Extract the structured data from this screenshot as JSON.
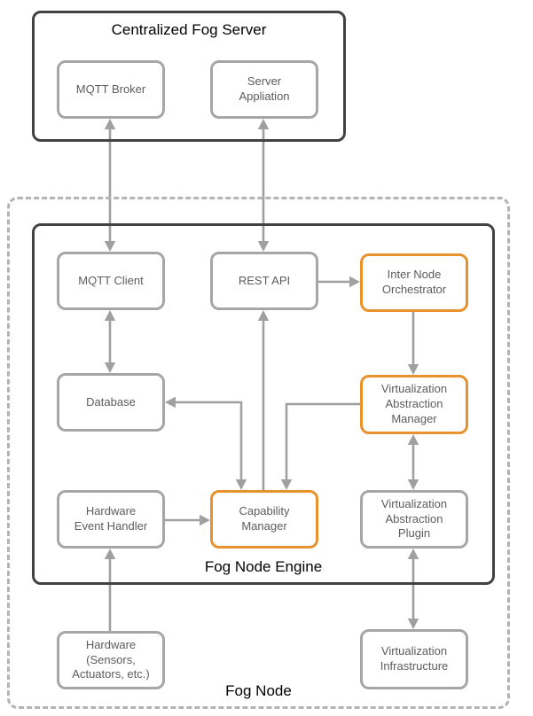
{
  "containers": {
    "centralized_fog_server": {
      "label": "Centralized Fog Server"
    },
    "fog_node": {
      "label": "Fog Node"
    },
    "fog_node_engine": {
      "label": "Fog Node Engine"
    }
  },
  "nodes": {
    "mqtt_broker": {
      "label": "MQTT Broker",
      "highlight": false
    },
    "server_application": {
      "label": "Server\nAppliation",
      "highlight": false
    },
    "mqtt_client": {
      "label": "MQTT Client",
      "highlight": false
    },
    "rest_api": {
      "label": "REST API",
      "highlight": false
    },
    "inter_node_orchestrator": {
      "label": "Inter Node\nOrchestrator",
      "highlight": true
    },
    "database": {
      "label": "Database",
      "highlight": false
    },
    "virtualization_abstraction_manager": {
      "label": "Virtualization\nAbstraction\nManager",
      "highlight": true
    },
    "hardware_event_handler": {
      "label": "Hardware\nEvent Handler",
      "highlight": false
    },
    "capability_manager": {
      "label": "Capability\nManager",
      "highlight": true
    },
    "virtualization_abstraction_plugin": {
      "label": "Virtualization\nAbstraction\nPlugin",
      "highlight": false
    },
    "hardware": {
      "label": "Hardware\n(Sensors,\nActuators, etc.)",
      "highlight": false
    },
    "virtualization_infrastructure": {
      "label": "Virtualization\nInfrastructure",
      "highlight": false
    }
  },
  "edges": [
    {
      "from": "MQTT Broker",
      "to": "MQTT Client",
      "direction": "bidirectional"
    },
    {
      "from": "Server Appliation",
      "to": "REST API",
      "direction": "bidirectional"
    },
    {
      "from": "MQTT Client",
      "to": "Database",
      "direction": "bidirectional"
    },
    {
      "from": "REST API",
      "to": "Inter Node Orchestrator",
      "direction": "one-way"
    },
    {
      "from": "Inter Node Orchestrator",
      "to": "Virtualization Abstraction Manager",
      "direction": "one-way"
    },
    {
      "from": "Capability Manager",
      "to": "Database",
      "direction": "bidirectional"
    },
    {
      "from": "Virtualization Abstraction Manager",
      "to": "Capability Manager",
      "direction": "one-way"
    },
    {
      "from": "Capability Manager",
      "to": "REST API",
      "direction": "one-way"
    },
    {
      "from": "Hardware Event Handler",
      "to": "Capability Manager",
      "direction": "one-way"
    },
    {
      "from": "Virtualization Abstraction Manager",
      "to": "Virtualization Abstraction Plugin",
      "direction": "bidirectional"
    },
    {
      "from": "Virtualization Abstraction Plugin",
      "to": "Virtualization Infrastructure",
      "direction": "bidirectional"
    },
    {
      "from": "Hardware",
      "to": "Hardware Event Handler",
      "direction": "one-way"
    }
  ],
  "colors": {
    "highlight_border": "#e8912d",
    "default_border": "#a6a6a6",
    "container_border": "#424242",
    "dashed_border": "#b3b3b3",
    "arrow": "#a0a0a0",
    "node_text": "#5c5c5c",
    "caption_text": "#000000"
  }
}
